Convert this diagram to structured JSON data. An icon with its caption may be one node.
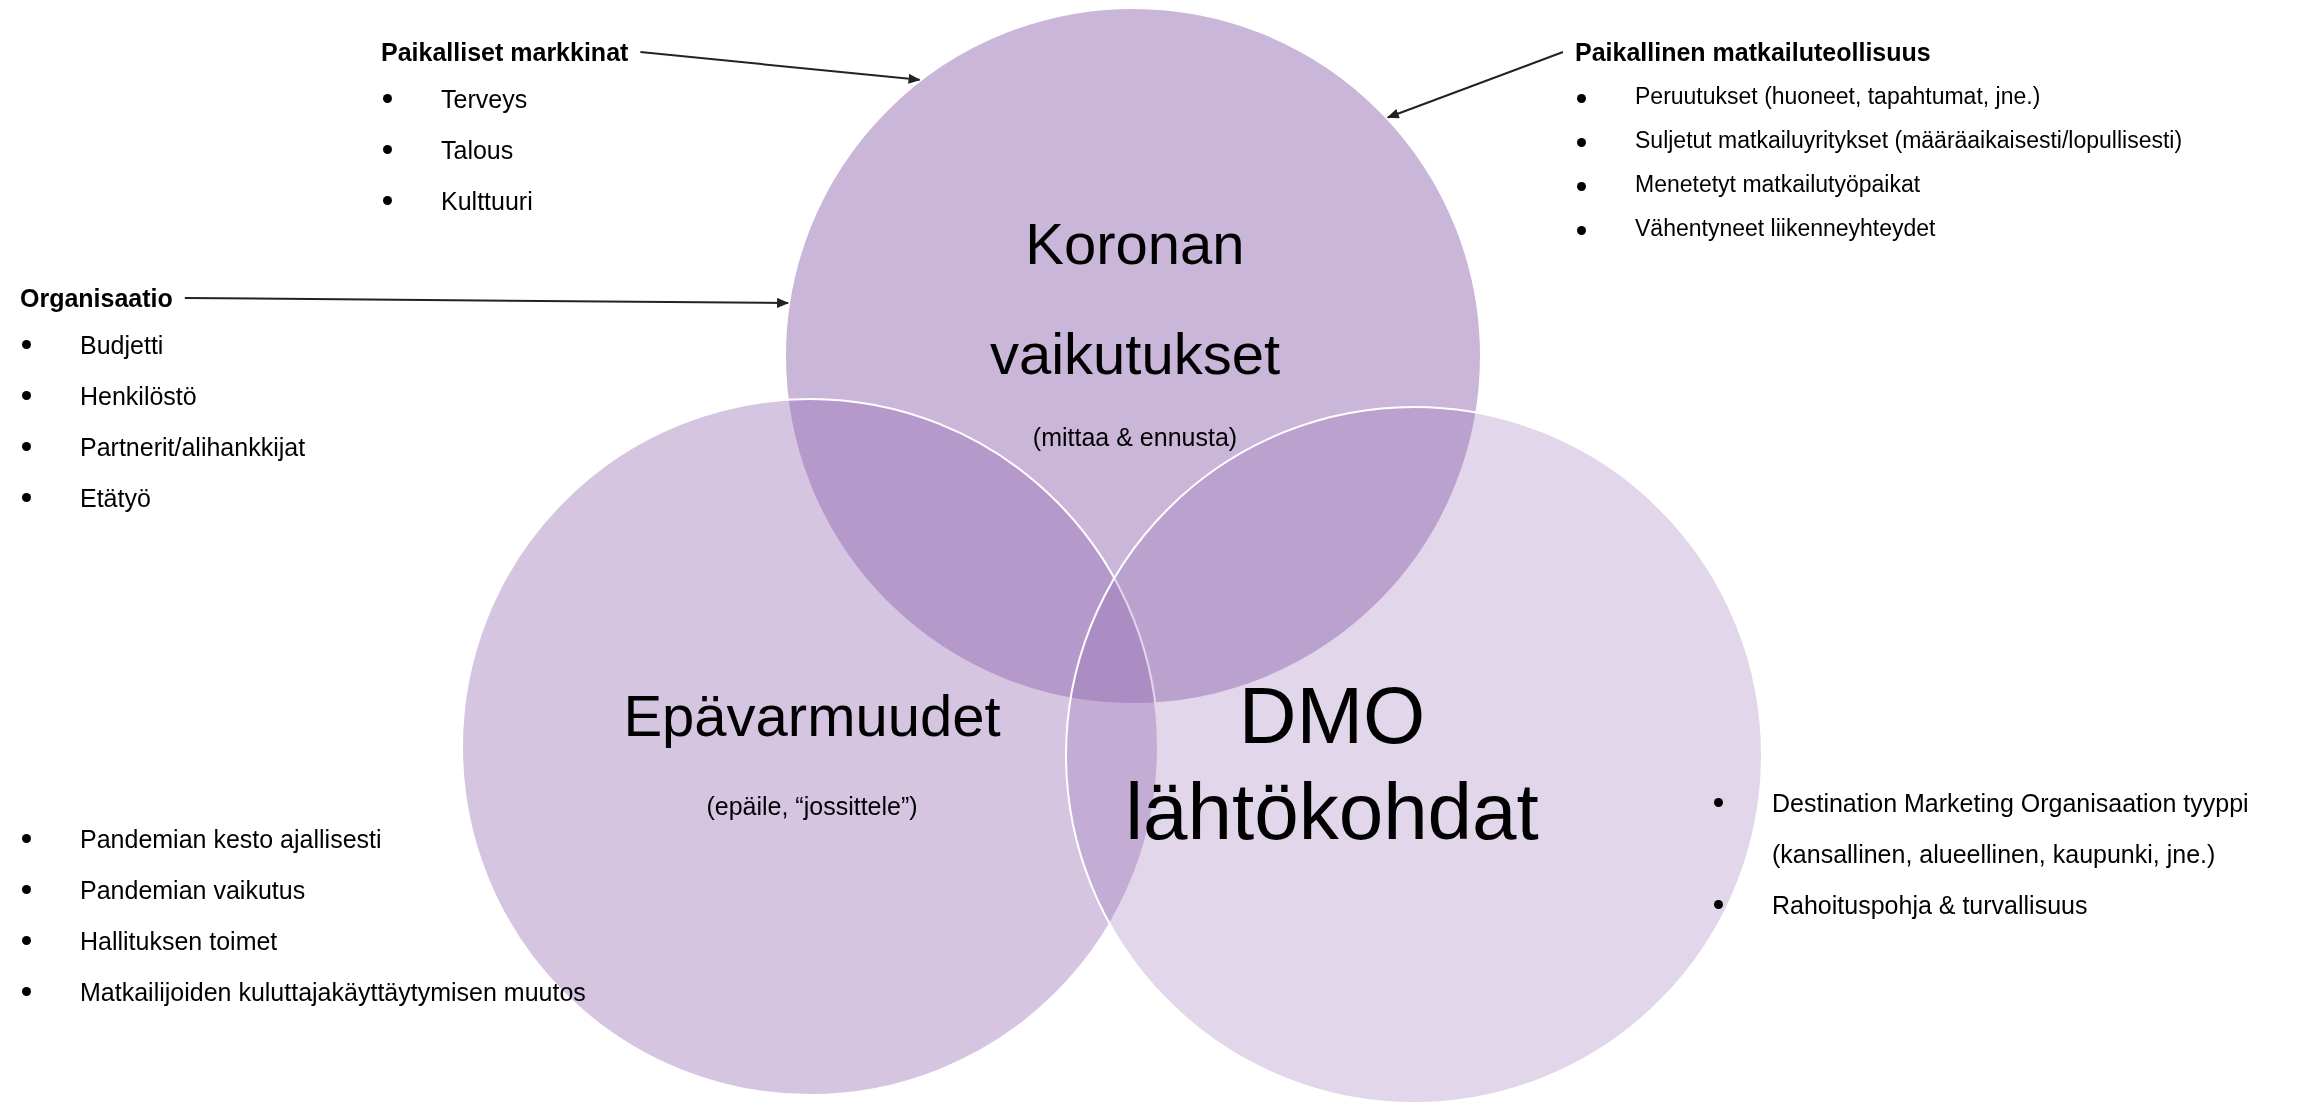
{
  "diagram": {
    "nodes": [
      {
        "text": [
          "Koronan vaikutukset",
          "(mittaa & ennusta)"
        ]
      },
      {
        "text": [
          "Epävarmuudet",
          "(epäile, “jossittele”)"
        ]
      },
      {
        "text": [
          "DMO lähtökohdat"
        ]
      },
      {
        "text": [
          "Paikalliset markkinat",
          "Terveys",
          "Talous",
          "Kulttuuri"
        ]
      },
      {
        "text": [
          "Paikallinen matkailuteollisuus",
          "Peruutukset (huoneet, tapahtumat, jne.)",
          "Suljetut matkailuyritykset (määräaikaisesti/lopullisesti)",
          "Menetetyt matkailutyöpaikat",
          "Vähentyneet liikenneyhteydet"
        ]
      },
      {
        "text": [
          "Organisaatio",
          "Budjetti",
          "Henkilöstö",
          "Partnerit/alihankkijat",
          "Etätyö"
        ]
      }
    ],
    "edges": [
      {
        "from": 3,
        "to": 0,
        "arrow": "to"
      },
      {
        "from": 4,
        "to": 0,
        "arrow": "to"
      },
      {
        "from": 5,
        "to": 0,
        "arrow": "to"
      }
    ],
    "labels": [
      "Pandemian kesto ajallisesti",
      "Pandemian vaikutus",
      "Hallituksen toimet",
      "Matkailijoiden kuluttajakäyttäytymisen muutos",
      "Destination Marketing Organisaation tyyppi (kansallinen, alueellinen, kaupunki, jne.)",
      "Rahoituspohja & turvallisuus"
    ]
  }
}
